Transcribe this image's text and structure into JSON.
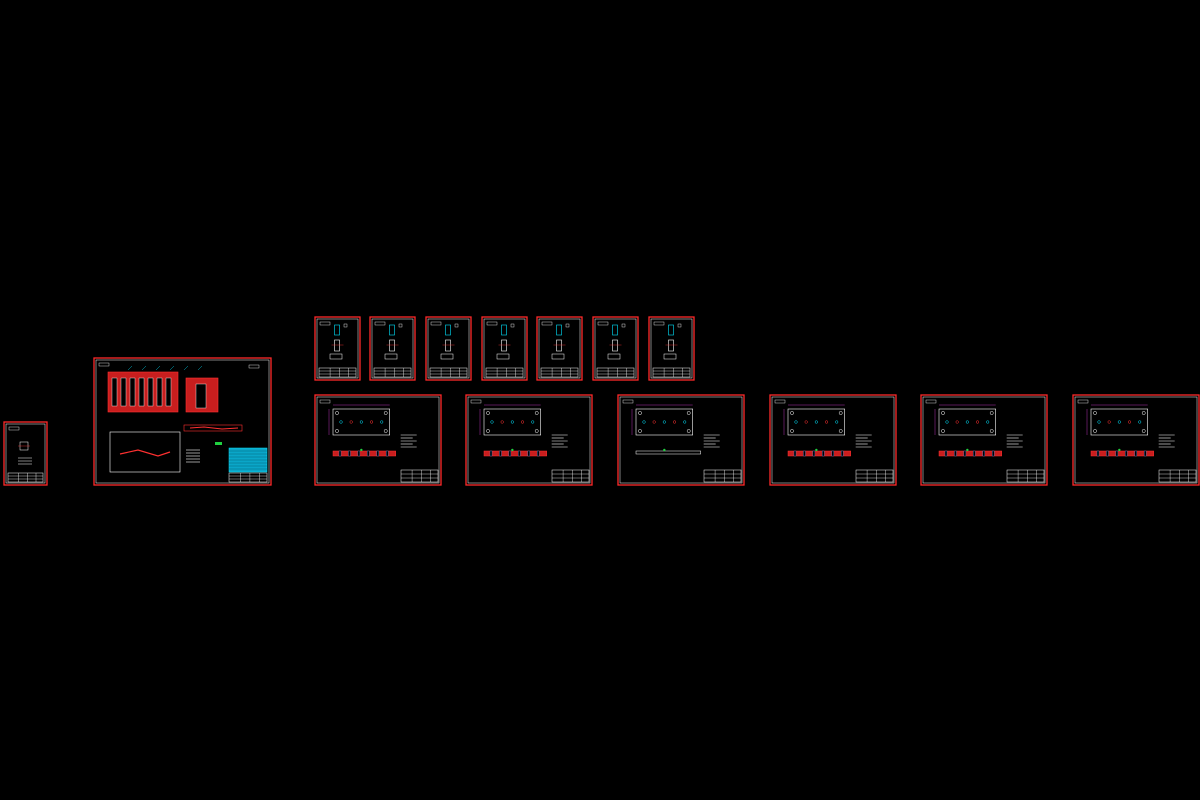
{
  "viewport": {
    "background": "#000000"
  },
  "colors": {
    "border": "#ff2a2a",
    "inner": "#ffffff",
    "hatch": "#c81e1e",
    "accent_red": "#ff3030",
    "accent_magenta": "#e040e0",
    "accent_cyan": "#00e5ff",
    "accent_green": "#20d040",
    "accent_blue": "#3aa0ff"
  },
  "drawing_sheets": [
    {
      "name": "sheet-small-portrait",
      "kind": "portrait-detail"
    },
    {
      "name": "sheet-assembly",
      "kind": "assembly"
    },
    {
      "name": "sheet-part-1",
      "kind": "small-part"
    },
    {
      "name": "sheet-part-2",
      "kind": "small-part"
    },
    {
      "name": "sheet-part-3",
      "kind": "small-part"
    },
    {
      "name": "sheet-part-4",
      "kind": "small-part"
    },
    {
      "name": "sheet-part-5",
      "kind": "small-part"
    },
    {
      "name": "sheet-part-6",
      "kind": "small-part"
    },
    {
      "name": "sheet-part-7",
      "kind": "small-part"
    },
    {
      "name": "sheet-plate-1",
      "kind": "plate"
    },
    {
      "name": "sheet-plate-2",
      "kind": "plate"
    },
    {
      "name": "sheet-plate-3",
      "kind": "plate"
    },
    {
      "name": "sheet-plate-4",
      "kind": "plate"
    },
    {
      "name": "sheet-plate-5",
      "kind": "plate"
    },
    {
      "name": "sheet-plate-6",
      "kind": "plate"
    }
  ]
}
